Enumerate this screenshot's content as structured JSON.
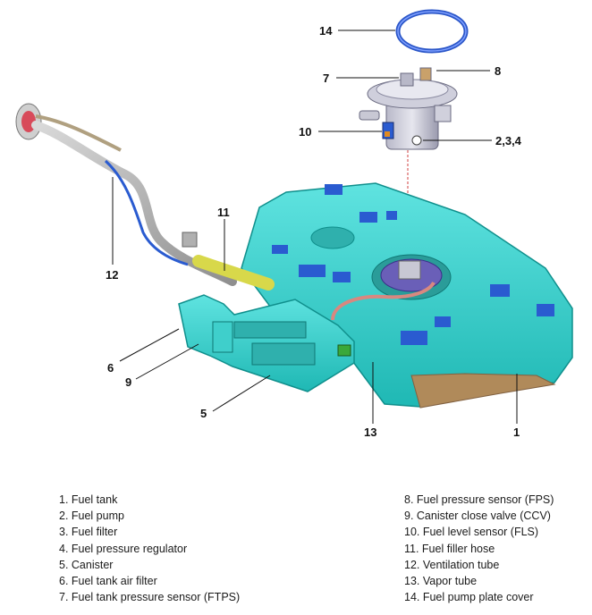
{
  "callouts": [
    "14",
    "7",
    "8",
    "10",
    "2,3,4",
    "11",
    "12",
    "6",
    "9",
    "5",
    "13",
    "1"
  ],
  "legend": {
    "left": [
      "1. Fuel tank",
      "2. Fuel pump",
      "3. Fuel filter",
      "4. Fuel pressure regulator",
      "5. Canister",
      "6. Fuel tank air filter",
      "7. Fuel tank pressure sensor (FTPS)"
    ],
    "right": [
      "8. Fuel pressure sensor (FPS)",
      "9. Canister close valve (CCV)",
      "10. Fuel level sensor (FLS)",
      "11. Fuel filler hose",
      "12. Ventilation tube",
      "13. Vapor tube",
      "14. Fuel pump plate cover"
    ]
  }
}
